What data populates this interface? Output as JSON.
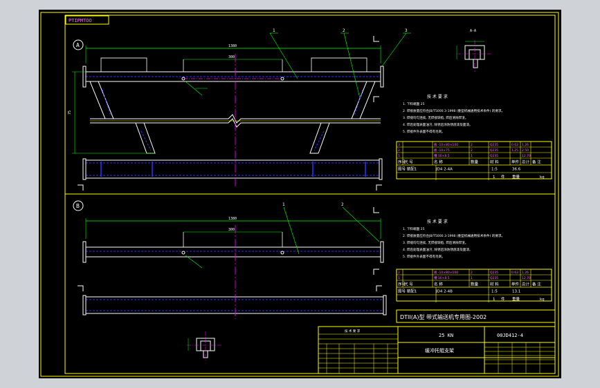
{
  "title_tag": "PTIPMTOO",
  "views": {
    "a": {
      "marker": "A",
      "callouts": [
        "1",
        "2",
        "3"
      ],
      "dims": {
        "overall": "1380",
        "mid": "300",
        "height": "75"
      },
      "section_mark": "A-A",
      "notes": {
        "heading": "技 术 要 求",
        "lines": [
          "1. 下料端面 25",
          "2. 焊接质量应符合JB/T5000.3-1998 (重型机械通用技术条件) 的要求。",
          "3. 焊缝均匀连续, 无焊接缺陷, 焊后清除焊渣。",
          "4. 焊后处理表面油污, 除锈后涂防锈底漆及面漆。",
          "5. 焊接件外表面不得有毛刺。"
        ]
      },
      "bom": {
        "rows": [
          [
            "3",
            "",
            "板 -10×80×100",
            "2",
            "Q235",
            "0.63",
            "1.26",
            ""
          ],
          [
            "2",
            "",
            "板 -10×75",
            "2",
            "Q235",
            "1.25",
            "2.50",
            ""
          ],
          [
            "1",
            "",
            "槽 10×8.5",
            "1",
            "Q235",
            "",
            "12.70",
            ""
          ]
        ],
        "header": [
          "序号",
          "代 号",
          "名 称",
          "数量",
          "材 料",
          "单件",
          "总计",
          "备 注"
        ],
        "footer": [
          "图号 装配1",
          "JD4 2-4A",
          "1:5",
          "36.6"
        ],
        "footer2": [
          "1",
          "件",
          "重量",
          "kg"
        ]
      }
    },
    "b": {
      "marker": "B",
      "callouts": [
        "1",
        "2"
      ],
      "dims": {
        "overall": "1380",
        "mid": "300"
      },
      "notes": {
        "heading": "技 术 要 求",
        "lines": [
          "1. 下料端面 25",
          "2. 焊接质量应符合JB/T5000.3-1998 (重型机械通用技术条件) 的要求。",
          "3. 焊缝均匀连续, 无焊接缺陷, 焊后清除焊渣。",
          "4. 焊后处理表面油污, 除锈后涂防锈底漆及面漆。",
          "5. 焊接件外表面不得有毛刺。"
        ]
      },
      "bom": {
        "rows": [
          [
            "2",
            "",
            "板 -10×80×100",
            "2",
            "Q235",
            "0.63",
            "1.26",
            ""
          ],
          [
            "1",
            "",
            "槽 10×8.5",
            "1",
            "Q235",
            "",
            "12.70",
            ""
          ]
        ],
        "header": [
          "序号",
          "代 号",
          "名 称",
          "数量",
          "材 料",
          "单件",
          "总计",
          "备 注"
        ],
        "footer": [
          "图号 装配1",
          "JD4 2-4B",
          "1:5",
          "13.1"
        ],
        "footer2": [
          "1",
          "件",
          "重量",
          "kg"
        ]
      }
    }
  },
  "title_block": {
    "banner": "DTII(A)型 带式输送机专用图-2002",
    "load": "25 KN",
    "drawing_no": "00JD412-4",
    "part_name": "缓冲托辊支架",
    "sub_heading": "技 术 要 求"
  },
  "colors": {
    "canvas": "#000000",
    "outer": "#cfd3d8",
    "frame": "#ffff00",
    "object": "#ffffff",
    "center": "#ff00ff",
    "dimension": "#00ff00",
    "hidden": "#3030ff",
    "text": "#ffffff"
  }
}
